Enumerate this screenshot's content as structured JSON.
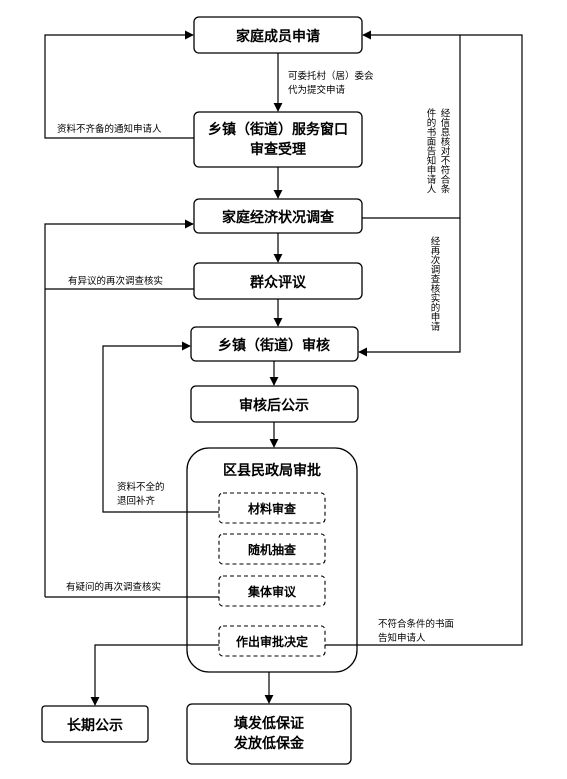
{
  "nodes": {
    "family_apply": "家庭成员申请",
    "township_window_1": "乡镇（街道）服务窗口",
    "township_window_2": "审查受理",
    "economic_survey": "家庭经济状况调查",
    "public_review": "群众评议",
    "township_audit": "乡镇（街道）审核",
    "audit_publicity": "审核后公示",
    "district_approval": "区县民政局审批",
    "material_review": "材料审查",
    "random_check": "随机抽查",
    "collective_review": "集体审议",
    "approval_decision": "作出审批决定",
    "long_publicity": "长期公示",
    "issue_cert_1": "填发低保证",
    "issue_cert_2": "发放低保金"
  },
  "annotations": {
    "entrust_1": "可委托村（居）委会",
    "entrust_2": "代为提交申请",
    "incomplete_notice": "资料不齐备的通知申请人",
    "objection_resurvey": "有异议的再次调查核实",
    "incomplete_return_1": "资料不全的",
    "incomplete_return_2": "退回补齐",
    "doubt_resurvey": "有疑问的再次调查核实",
    "not_qualified_1": "不符合条件的书面",
    "not_qualified_2": "告知申请人",
    "vertical_1_col1": "经信息核对不符合条",
    "vertical_1_col2": "件的书面告知申请人",
    "vertical_2": "经再次调查核实的申请"
  }
}
